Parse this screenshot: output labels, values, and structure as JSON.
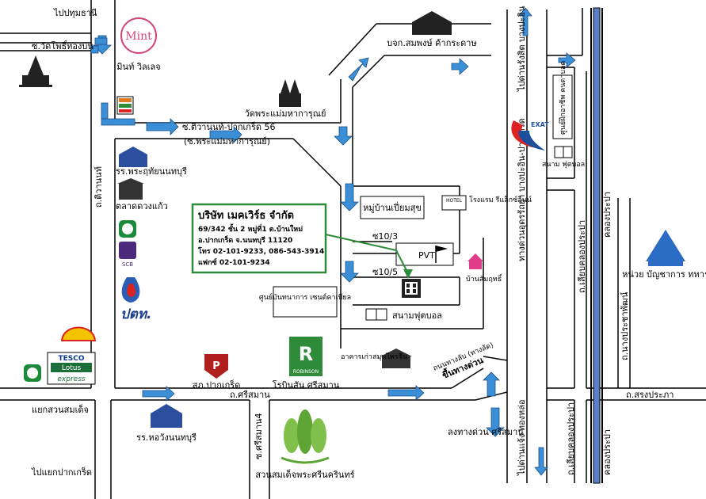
{
  "company": {
    "name": "บริษัท เมคเวิร์ธ จำกัด",
    "address_line1": "69/342 ชั้น 2 หมู่ที่1 ต.บ้านใหม่",
    "address_line2": "อ.ปากเกร็ด จ.นนทบุรี 11120",
    "phone": "โทร 02-101-9233, 086-543-3914",
    "fax": "แฟกซ์ 02-101-9234",
    "border_color": "#2e8b3a"
  },
  "roads": {
    "nonthaburi_pakkret": "ถ.ติวานนท์",
    "tiwanon_pakkret56": "ซ.ติวานนท์-ปากเกร็ด 56",
    "phra_mae_mahakarun_soi": "(ซ.พระแม่มหาการุณย์)",
    "srisaman": "ถ.ศรีสมาน",
    "srisaman4": "ซ.ศรีสมาน4",
    "sorapapha": "ถ.สรงประภา",
    "songprapa_canal_road": "ถ.เลียบคลองประปา",
    "songprapa_canal_road2": "ถ.เลียบคลองประปา",
    "nangprachaphat": "ถ.นางประชาพัฒน์",
    "wat_pho_thong_bon": "ซ.วัดโพธิ์ทองบน",
    "expressway": "ทางด่วนอุดรรัถยา บางปะอิน-ปากเกร็ด",
    "soi10_3": "ซ10/3",
    "soi10_5": "ซ10/5",
    "highway_up": "ไปด่านรังสิต บางปะอิน",
    "highway_down": "ไปด่านแจ้ง ทองหล่อ",
    "to_pathum": "ไปปทุมธานี",
    "to_pakkret_junction": "ไปแยกปากเกร็ด",
    "junction_suan": "แยกสวนสมเด็จ",
    "expressway_exit": "ลงทางด่วน ศรีสมาน",
    "expressway_entrance": "ขึ้นทางด่วน",
    "expressway_sign": "ถนนทางลับ (ทางลัด)"
  },
  "canal": {
    "name": "คลองประปา",
    "name2": "คลองประปา",
    "color": "#5b7fc9"
  },
  "landmarks": {
    "mint": "มินท์ วิลเลจ",
    "mint_logo": "Mint",
    "warehouse": "บจก.สมพงษ์ ค้ากระดาษ",
    "church": "วัดพระแม่มหาการุณย์",
    "school_phra": "รร.พระฤทัยนนทบุรี",
    "market": "ตลาดดวงแก้ว",
    "village": "หมู่บ้านเปี่ยมสุข",
    "hotel": "โรงแรม รีแล็กซ์อินน์",
    "hotel_sign": "HOTEL",
    "pvt": "PVT",
    "house": "บ้านสัมฤทธิ์",
    "entertainment": "ศูนย์บันทนาการ เซนต์คาเบียล",
    "football": "สนามฟุตบอล",
    "football2": "สนาม ฟุตบอล",
    "police": "สภ.ปากเกร็ด",
    "robinson": "โรบินสัน ศรีสมาน",
    "robinson_logo": "ROBINSON",
    "old_building": "อาคารเก่าสมุนไพรจีน",
    "school_wang": "รร.หอวังนนทบุรี",
    "park": "สวนสมเด็จพระศรีนครินทร์",
    "military": "หน่วย บัญชาการ ทหาร",
    "sport_center": "ศูนย์ฝึกอาชีพ คนตาบอด",
    "exat": "EXAT",
    "scb": "SCB",
    "ptt": "ปตท.",
    "shell_color": "#f5c400",
    "tesco": "TESCO",
    "lotus": "Lotus",
    "express": "express",
    "seven_eleven": "7-ELEVEN"
  }
}
